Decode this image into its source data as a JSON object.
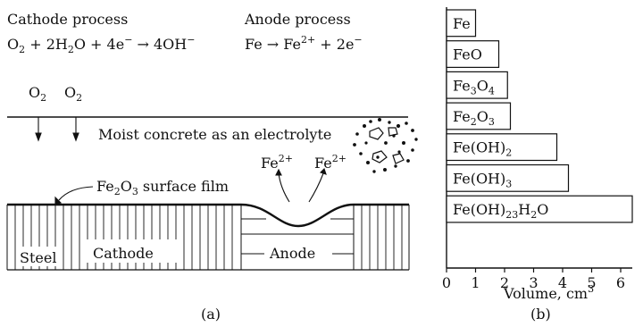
{
  "panel_a": {
    "cathode_title": "Cathode process",
    "anode_title": "Anode process",
    "o2": [
      "O",
      "2"
    ],
    "electrolyte": "Moist concrete as an electrolyte",
    "fe_ion": [
      "Fe",
      "2+"
    ],
    "film": [
      "Fe",
      "2",
      "O",
      "3",
      " surface film"
    ],
    "cathode_label": "Cathode",
    "anode_label": "Anode",
    "steel_label": "Steel",
    "caption": "(a)"
  },
  "panel_b": {
    "caption": "(b)",
    "xlabel": "Volume, cm",
    "xlabel_sup": "3"
  },
  "chart_data": {
    "type": "bar",
    "orientation": "horizontal",
    "categories": [
      "Fe",
      "FeO",
      "Fe3O4",
      "Fe2O3",
      "Fe(OH)2",
      "Fe(OH)3",
      "Fe(OH)23H2O"
    ],
    "values": [
      1.0,
      1.8,
      2.1,
      2.2,
      3.8,
      4.2,
      6.4
    ],
    "xlabel": "Volume, cm3",
    "xlim": [
      0,
      6.5
    ],
    "xticks": [
      0,
      1,
      2,
      3,
      4,
      5,
      6
    ]
  }
}
